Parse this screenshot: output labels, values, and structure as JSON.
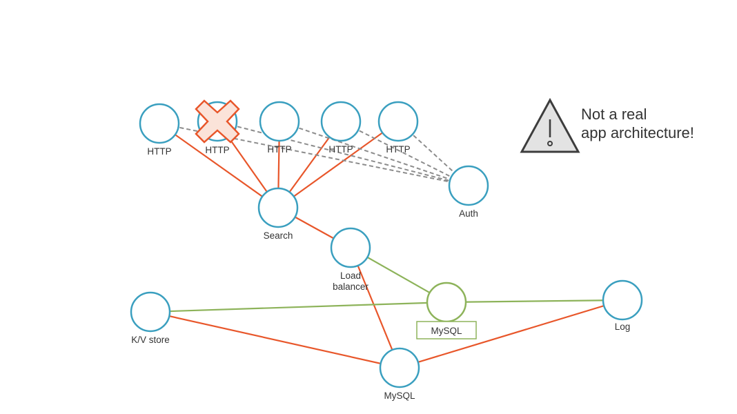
{
  "diagram": {
    "nodes": {
      "http1": {
        "label": "HTTP"
      },
      "http2": {
        "label": "HTTP",
        "failed": true
      },
      "http3": {
        "label": "HTTP"
      },
      "http4": {
        "label": "HTTP"
      },
      "http5": {
        "label": "HTTP"
      },
      "auth": {
        "label": "Auth"
      },
      "search": {
        "label": "Search"
      },
      "load_balancer": {
        "label_line1": "Load",
        "label_line2": "balancer"
      },
      "mysql_replica": {
        "label": "MySQL"
      },
      "kv_store": {
        "label": "K/V store"
      },
      "log": {
        "label": "Log"
      },
      "mysql_main": {
        "label": "MySQL"
      }
    },
    "edges": [
      {
        "from": "http1",
        "to": "search",
        "style": "red"
      },
      {
        "from": "http2",
        "to": "search",
        "style": "red"
      },
      {
        "from": "http3",
        "to": "search",
        "style": "red"
      },
      {
        "from": "http4",
        "to": "search",
        "style": "red"
      },
      {
        "from": "http5",
        "to": "search",
        "style": "red"
      },
      {
        "from": "search",
        "to": "load_balancer",
        "style": "red"
      },
      {
        "from": "load_balancer",
        "to": "mysql_main",
        "style": "red"
      },
      {
        "from": "kv_store",
        "to": "mysql_main",
        "style": "red"
      },
      {
        "from": "mysql_main",
        "to": "log",
        "style": "red"
      },
      {
        "from": "load_balancer",
        "to": "mysql_replica",
        "style": "green"
      },
      {
        "from": "kv_store",
        "to": "mysql_replica",
        "style": "green"
      },
      {
        "from": "mysql_replica",
        "to": "log",
        "style": "green"
      },
      {
        "from": "http1",
        "to": "auth",
        "style": "dashed"
      },
      {
        "from": "http2",
        "to": "auth",
        "style": "dashed"
      },
      {
        "from": "http3",
        "to": "auth",
        "style": "dashed"
      },
      {
        "from": "http4",
        "to": "auth",
        "style": "dashed"
      },
      {
        "from": "http5",
        "to": "auth",
        "style": "dashed"
      }
    ],
    "colors": {
      "node_stroke": "#3a9fbf",
      "failure_edge": "#e8562a",
      "replication_edge": "#8db35a",
      "auth_edge": "#8c8c8c",
      "failed_marker": "#e8562a"
    }
  },
  "warning": {
    "icon": "warning-triangle-icon",
    "line1": "Not a real",
    "line2": "app architecture!"
  }
}
